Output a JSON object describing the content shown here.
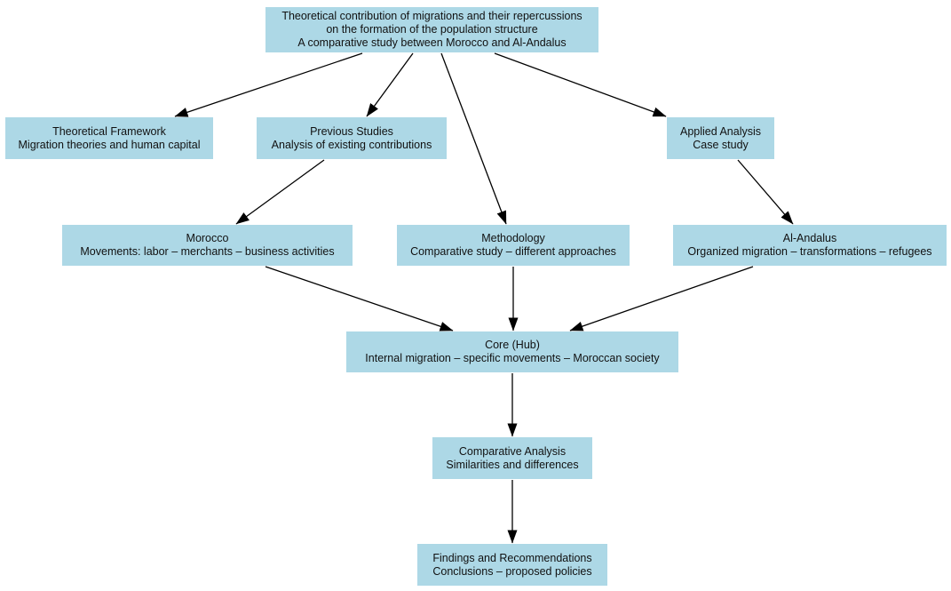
{
  "diagram": {
    "background_color": "#ffffff",
    "node_fill_color": "#add8e6",
    "edge_color": "#000000",
    "text_color": "#111111",
    "nodes": {
      "root": {
        "lines": [
          "Theoretical contribution of migrations and their repercussions",
          "on the formation of the population structure",
          "A comparative study between Morocco and Al-Andalus"
        ]
      },
      "theoretical_framework": {
        "lines": [
          "Theoretical Framework",
          "Migration theories and human capital"
        ]
      },
      "previous_studies": {
        "lines": [
          "Previous Studies",
          "Analysis of existing contributions"
        ]
      },
      "applied_analysis": {
        "lines": [
          "Applied Analysis",
          "Case study"
        ]
      },
      "morocco": {
        "lines": [
          "Morocco",
          "Movements: labor – merchants – business activities"
        ]
      },
      "methodology": {
        "lines": [
          "Methodology",
          "Comparative study – different approaches"
        ]
      },
      "al_andalus": {
        "lines": [
          "Al-Andalus",
          "Organized migration – transformations – refugees"
        ]
      },
      "core_hub": {
        "lines": [
          "Core (Hub)",
          "Internal migration – specific movements – Moroccan society"
        ]
      },
      "comparative_analysis": {
        "lines": [
          "Comparative Analysis",
          "Similarities and differences"
        ]
      },
      "findings": {
        "lines": [
          "Findings and Recommendations",
          "Conclusions – proposed policies"
        ]
      }
    }
  }
}
